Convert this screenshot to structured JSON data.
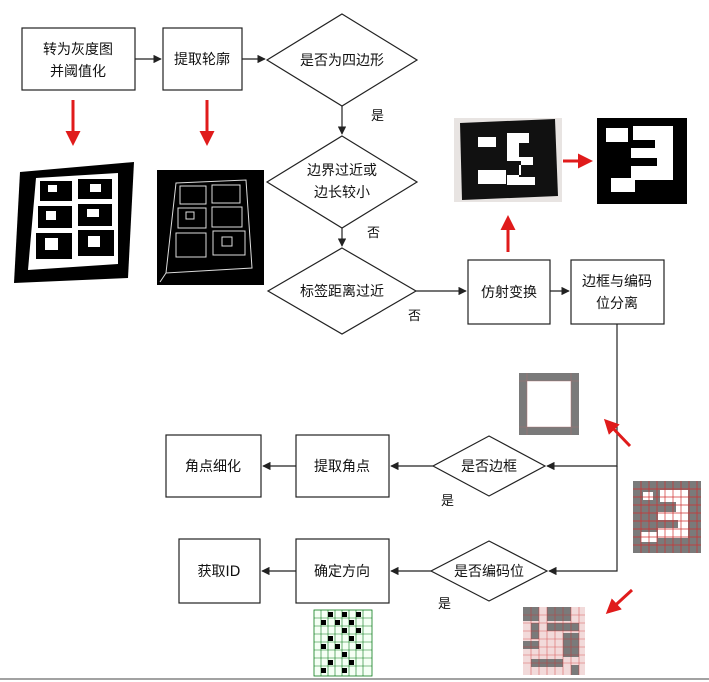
{
  "nodes": {
    "gray_threshold": [
      "转为灰度图",
      "并阈值化"
    ],
    "extract_contour": "提取轮廓",
    "is_quad": "是否为四边形",
    "edge_check": [
      "边界过近或",
      "边长较小"
    ],
    "tag_distance": "标签距离过近",
    "affine": "仿射变换",
    "separate": [
      "边框与编码",
      "位分离"
    ],
    "is_border": "是否边框",
    "extract_corners": "提取角点",
    "corner_refine": "角点细化",
    "is_code": "是否编码位",
    "orientation": "确定方向",
    "get_id": "获取ID"
  },
  "edge_labels": {
    "yes": "是",
    "no": "否"
  },
  "colors": {
    "stroke": "#222222",
    "arrow_red": "#e01b1b",
    "grid_gray": "#7a7a7a",
    "grid_green": "#0a7a1a"
  }
}
